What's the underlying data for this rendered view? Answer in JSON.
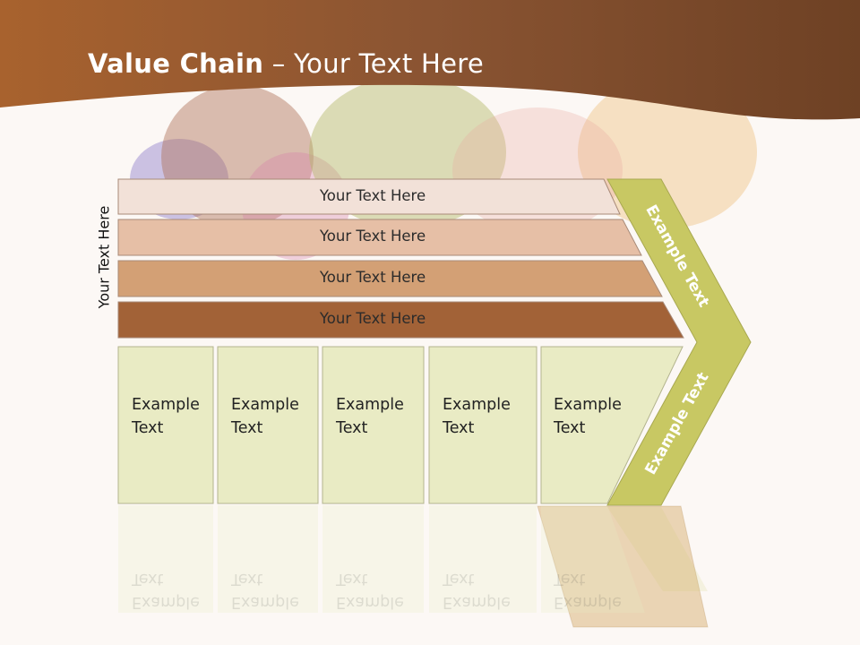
{
  "slide": {
    "title_bold": "Value Chain",
    "title_rest": " – Your Text Here",
    "side_label": "Your Text Here",
    "bars": [
      {
        "label": "Your Text Here",
        "color": "#f2e1d8"
      },
      {
        "label": "Your Text Here",
        "color": "#e6bfa6"
      },
      {
        "label": "Your Text Here",
        "color": "#d3a075"
      },
      {
        "label": "Your Text Here",
        "color": "#a26237"
      }
    ],
    "boxes": [
      {
        "line1": "Example",
        "line2": "Text"
      },
      {
        "line1": "Example",
        "line2": "Text"
      },
      {
        "line1": "Example",
        "line2": "Text"
      },
      {
        "line1": "Example",
        "line2": "Text"
      },
      {
        "line1": "Example",
        "line2": "Text"
      }
    ],
    "chevron": {
      "upper": "Example Text",
      "lower": "Example Text",
      "color": "#c8c863"
    },
    "colors": {
      "header": "#8a5330",
      "box_fill": "#e9ebc4",
      "box_border": "#b3b48e"
    }
  }
}
